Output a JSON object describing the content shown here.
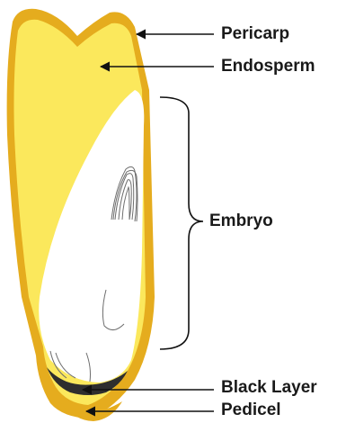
{
  "labels": {
    "pericarp": "Pericarp",
    "endosperm": "Endosperm",
    "embryo": "Embryo",
    "black_layer": "Black Layer",
    "pedicel": "Pedicel"
  },
  "colors": {
    "pericarp": "#E5AC1E",
    "endosperm": "#FBE85C",
    "embryo": "#FFFFFF",
    "black_layer": "#2E2E2E",
    "pedicel": "#E5AC1E",
    "annotation_line": "#111111",
    "text": "#1a1a1a"
  }
}
